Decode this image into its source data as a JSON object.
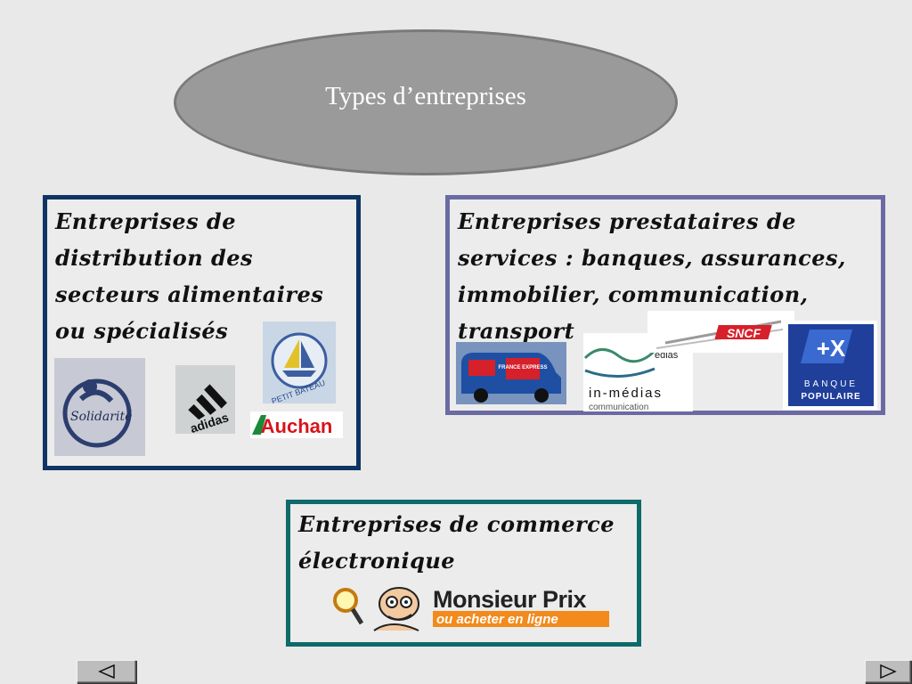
{
  "title": "Types d’entreprises",
  "boxes": {
    "distribution": {
      "lines": [
        "Entreprises de",
        "distribution des",
        "secteurs alimentaires",
        "ou spécialisés"
      ],
      "logos": {
        "solidarite": "Solidarité",
        "adidas": "adidas",
        "petit_bateau": "PETIT BATEAU",
        "auchan": "Auchan"
      }
    },
    "services": {
      "lines": [
        "Entreprises prestataires de",
        "services : banques, assurances,",
        "immobilier, communication,",
        "transport"
      ],
      "logos": {
        "france_express": "FRANCE EXPRESS",
        "in_medias_top": "édias",
        "in_medias": "in-médias",
        "in_medias_sub": "communication",
        "sncf": "SNCF",
        "banque_populaire_line1": "BANQUE",
        "banque_populaire_line2": "POPULAIRE"
      }
    },
    "ecommerce": {
      "lines": [
        "Entreprises de commerce",
        "électronique"
      ],
      "logos": {
        "monsieur_prix": "Monsieur Prix",
        "monsieur_prix_tagline": "ou acheter en ligne"
      }
    }
  },
  "nav": {
    "prev_icon": "triangle-left-icon",
    "next_icon": "triangle-right-icon"
  },
  "colors": {
    "box1_border": "#0e3563",
    "box2_border": "#6b6aa3",
    "box3_border": "#0f6a6a",
    "ellipse_fill": "#9a9a9a"
  }
}
